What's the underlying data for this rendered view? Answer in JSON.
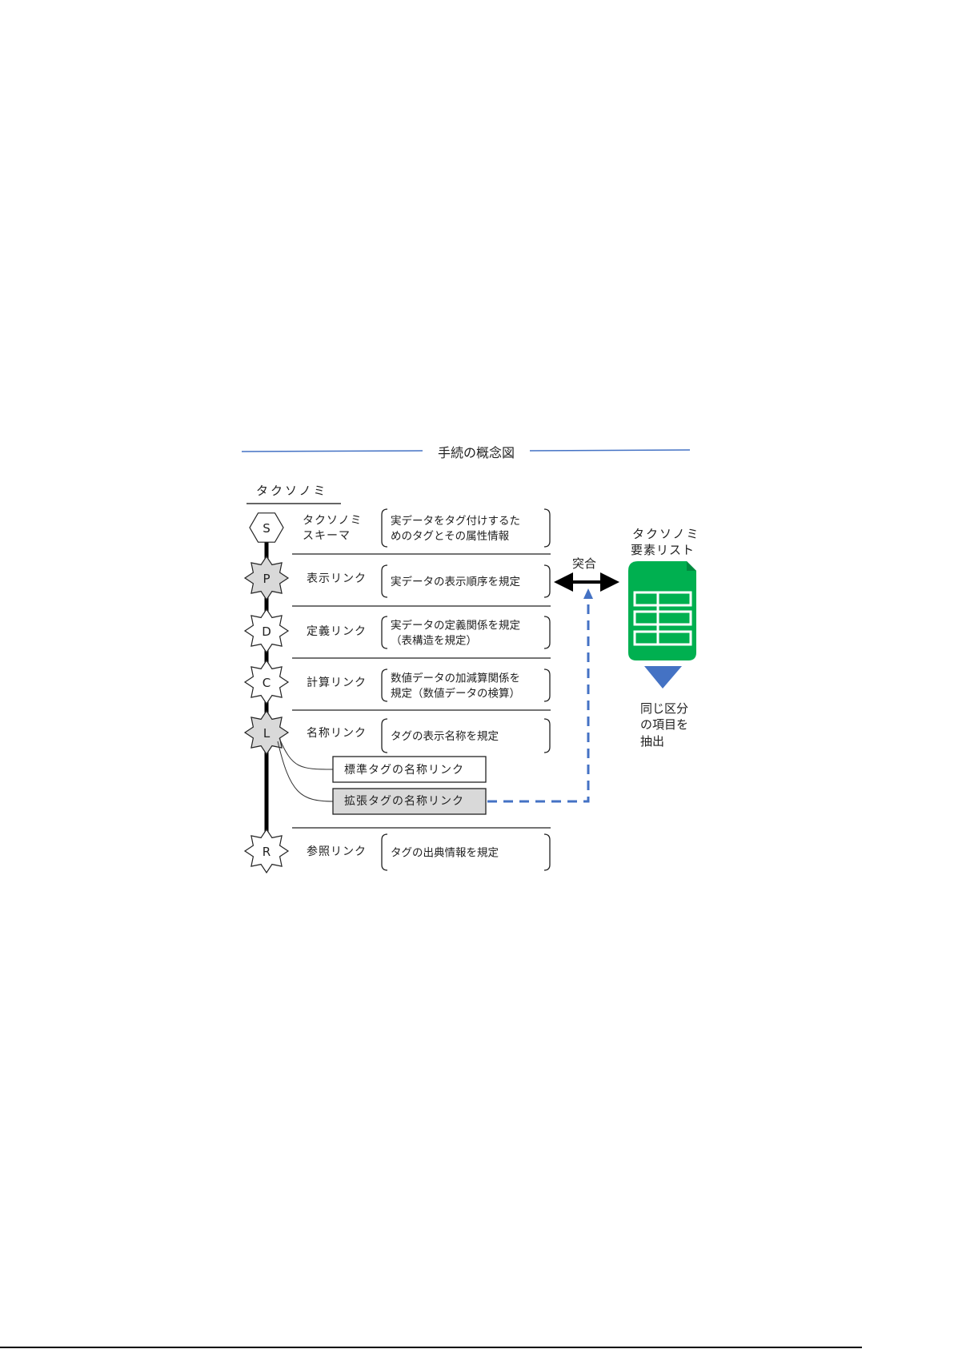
{
  "title": "手続の概念図",
  "taxonomy_label": "タクソノミ",
  "rows": [
    {
      "symbol": "S",
      "shape": "hexagon",
      "fill": "#ffffff",
      "label_lines": [
        "タクソノミ",
        "スキーマ"
      ],
      "desc_lines": [
        "実データをタグ付けするた",
        "めのタグとその属性情報"
      ]
    },
    {
      "symbol": "P",
      "shape": "star",
      "fill": "#d9d9d9",
      "label_lines": [
        "表示リンク"
      ],
      "desc_lines": [
        "実データの表示順序を規定"
      ]
    },
    {
      "symbol": "D",
      "shape": "star",
      "fill": "#ffffff",
      "label_lines": [
        "定義リンク"
      ],
      "desc_lines": [
        "実データの定義関係を規定",
        "（表構造を規定）"
      ]
    },
    {
      "symbol": "C",
      "shape": "star",
      "fill": "#ffffff",
      "label_lines": [
        "計算リンク"
      ],
      "desc_lines": [
        "数値データの加減算関係を",
        "規定（数値データの検算）"
      ]
    },
    {
      "symbol": "L",
      "shape": "star",
      "fill": "#d9d9d9",
      "label_lines": [
        "名称リンク"
      ],
      "desc_lines": [
        "タグの表示名称を規定"
      ]
    },
    {
      "symbol": "R",
      "shape": "star",
      "fill": "#ffffff",
      "label_lines": [
        "参照リンク"
      ],
      "desc_lines": [
        "タグの出典情報を規定"
      ]
    }
  ],
  "sub_boxes": [
    {
      "label": "標準タグの名称リンク",
      "fill": "#ffffff"
    },
    {
      "label": "拡張タグの名称リンク",
      "fill": "#d9d9d9"
    }
  ],
  "match_label": "突合",
  "element_list": {
    "title_lines": [
      "タクソノミ",
      "要素リスト"
    ],
    "color": "#00b050"
  },
  "extract_lines": [
    "同じ区分",
    "の項目を",
    "抽出"
  ],
  "colors": {
    "title_rule": "#4472c4",
    "dashed_arrow": "#4472c4",
    "triangle": "#4472c4"
  }
}
